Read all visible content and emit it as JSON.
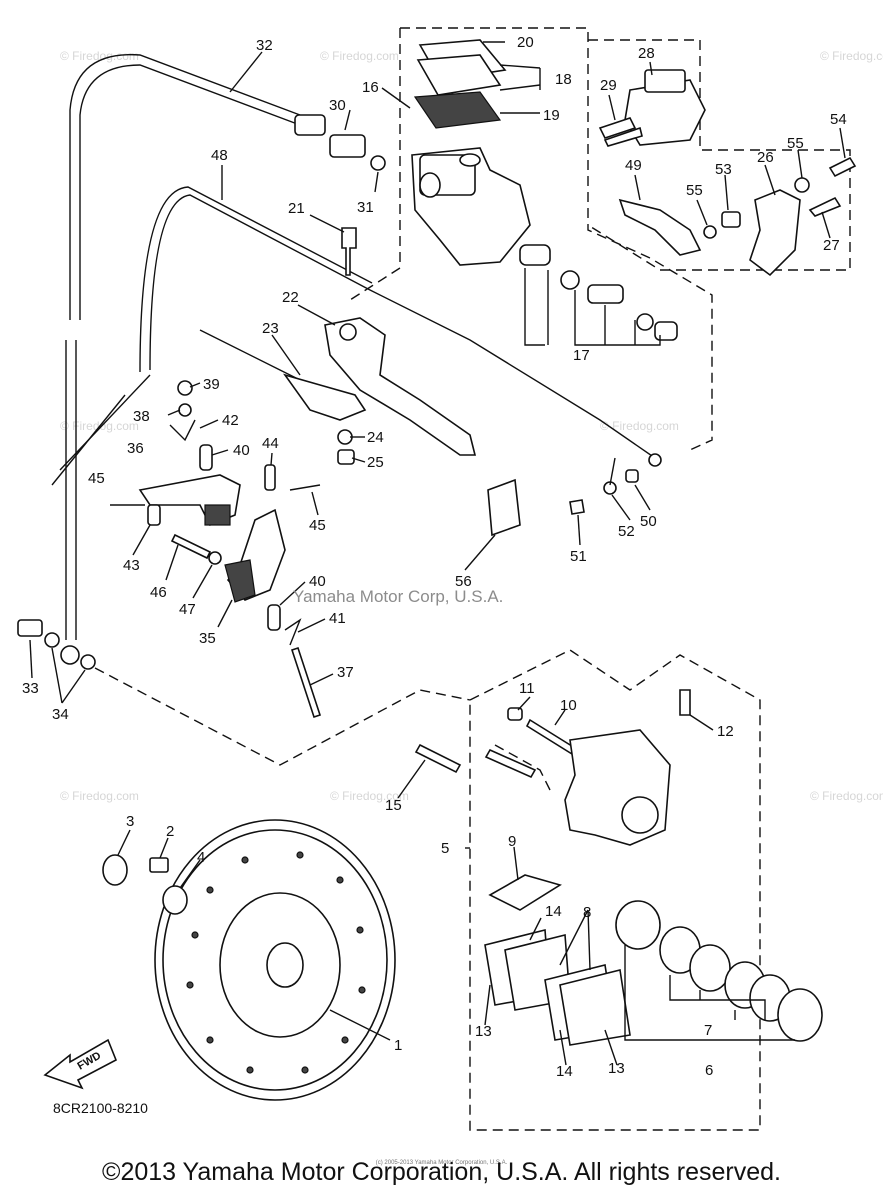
{
  "watermark": {
    "text": "© Firedog.com",
    "overlay_text": "Yamaha Motor Corp, U.S.A."
  },
  "diagram": {
    "code": "8CR2100-8210",
    "fwd_label": "FWD",
    "part_labels": [
      "1",
      "2",
      "3",
      "4",
      "5",
      "6",
      "7",
      "8",
      "9",
      "10",
      "11",
      "12",
      "13",
      "13",
      "14",
      "14",
      "15",
      "16",
      "17",
      "18",
      "19",
      "20",
      "21",
      "22",
      "23",
      "24",
      "25",
      "26",
      "27",
      "28",
      "29",
      "30",
      "31",
      "32",
      "33",
      "34",
      "35",
      "36",
      "37",
      "38",
      "39",
      "40",
      "40",
      "41",
      "42",
      "43",
      "44",
      "45",
      "45",
      "46",
      "47",
      "48",
      "49",
      "50",
      "51",
      "52",
      "53",
      "54",
      "55",
      "55",
      "56"
    ]
  },
  "footer": {
    "copyright": "©2013 Yamaha Motor Corporation, U.S.A. All rights reserved.",
    "tiny_copyright": "(c) 2005-2013 Yamaha Motor Corporation, U.S.A."
  }
}
